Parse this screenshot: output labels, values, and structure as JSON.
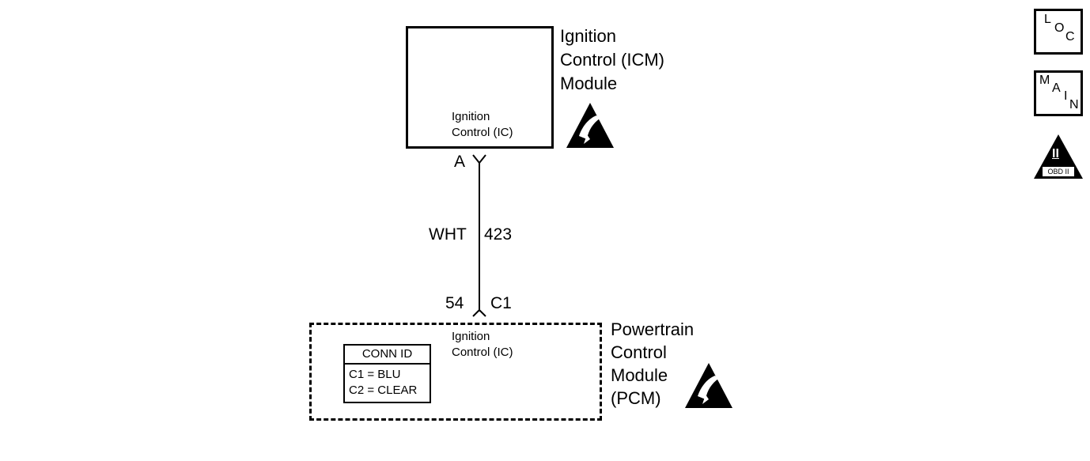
{
  "icm": {
    "title_line1": "Ignition",
    "title_line2": "Control (ICM)",
    "title_line3": "Module",
    "inner_line1": "Ignition",
    "inner_line2": "Control (IC)",
    "pin": "A"
  },
  "wire": {
    "color": "WHT",
    "circuit": "423"
  },
  "pcm": {
    "pin": "54",
    "connector": "C1",
    "title_line1": "Powertrain",
    "title_line2": "Control",
    "title_line3": "Module",
    "title_line4": "(PCM)",
    "inner_line1": "Ignition",
    "inner_line2": "Control (IC)",
    "conn_id": {
      "header": "CONN ID",
      "rows": [
        "C1 = BLU",
        "C2 = CLEAR"
      ]
    }
  },
  "side_icons": {
    "loc": [
      "L",
      "O",
      "C"
    ],
    "main": [
      "M",
      "A",
      "I",
      "N"
    ],
    "obd_numeral": "II",
    "obd_label": "OBD II"
  }
}
